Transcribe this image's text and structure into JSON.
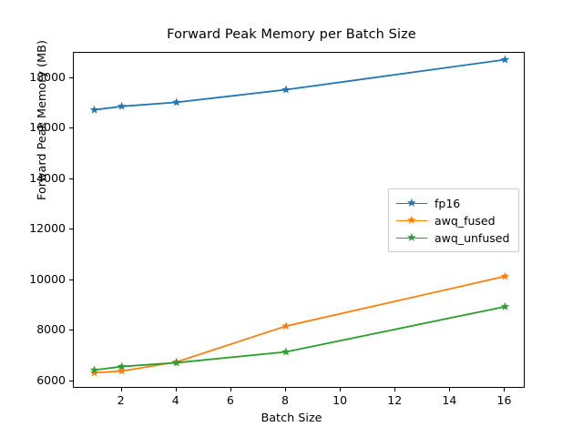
{
  "chart_data": {
    "type": "line",
    "title": "Forward Peak Memory per Batch Size",
    "xlabel": "Batch Size",
    "ylabel": "Forward Peak Memory (MB)",
    "x": [
      1,
      2,
      4,
      8,
      16
    ],
    "xlim": [
      0.25,
      16.75
    ],
    "ylim": [
      5700,
      19000
    ],
    "xticks": [
      2,
      4,
      6,
      8,
      10,
      12,
      14,
      16
    ],
    "xtick_labels": [
      "2",
      "4",
      "6",
      "8",
      "10",
      "12",
      "14",
      "16"
    ],
    "yticks": [
      6000,
      8000,
      10000,
      12000,
      14000,
      16000,
      18000
    ],
    "ytick_labels": [
      "6000",
      "8000",
      "10000",
      "12000",
      "14000",
      "16000",
      "18000"
    ],
    "grid": false,
    "legend_position": "center right",
    "marker": "star",
    "series": [
      {
        "name": "fp16",
        "color": "#1f77b4",
        "values": [
          16740,
          16880,
          17040,
          17540,
          18730
        ]
      },
      {
        "name": "awq_fused",
        "color": "#ff7f0e",
        "values": [
          6330,
          6400,
          6760,
          8180,
          10150
        ]
      },
      {
        "name": "awq_unfused",
        "color": "#2ca02c",
        "values": [
          6440,
          6580,
          6730,
          7160,
          8950
        ]
      }
    ]
  },
  "legend": {
    "entries": [
      {
        "label": "fp16"
      },
      {
        "label": "awq_fused"
      },
      {
        "label": "awq_unfused"
      }
    ]
  }
}
